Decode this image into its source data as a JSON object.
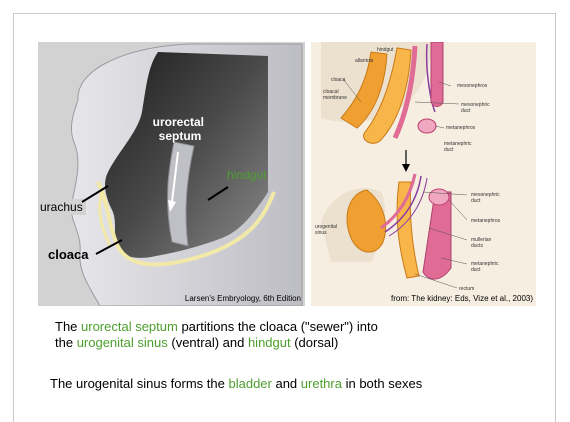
{
  "left_figure": {
    "labels": {
      "urorectal_septum": "urorectal\nseptum",
      "hindgut": "hindgut",
      "urachus": "urachus",
      "cloaca": "cloaca"
    },
    "credit": "Larsen's Embryology, 6th Edition"
  },
  "right_figure": {
    "top_labels": {
      "hindgut": "hindgut",
      "allantois": "allantois",
      "cloaca": "cloaca",
      "cloacal_membrane": "cloacal\nmembrane",
      "mesonephros": "mesonephros",
      "mesonephric_duct": "mesonephric\nduct",
      "metanephros": "metanephros",
      "metanephric_duct": "metanephric\nduct"
    },
    "bottom_labels": {
      "urogenital_sinus": "urogenital\nsinus",
      "mesonephric_duct": "mesonephric\nduct",
      "metanephros": "metanephros",
      "mullerian_ducts": "mullerian\nducts",
      "metanephric_duct": "metanephric\nduct",
      "rectum": "rectum"
    },
    "credit": "from: The kidney: Eds, Vize et al., 2003)"
  },
  "captions": {
    "line1": {
      "p1": "The ",
      "g1": "urorectal septum",
      "p2": " partitions the cloaca (\"sewer\") into"
    },
    "line2": {
      "p1": "the ",
      "g1": "urogenital sinus",
      "p2": " (ventral) and ",
      "g2": "hindgut",
      "p3": " (dorsal)"
    },
    "line3": {
      "p1": "The urogenital sinus forms the ",
      "g1": "bladder",
      "p2": " and ",
      "g2": "urethra",
      "p3": " in both sexes"
    }
  },
  "colors": {
    "highlight_green": "#4c9f2e",
    "left_bg": "#cfcfcf",
    "right_bg": "#f3ead9",
    "orange_structure": "#f0a030",
    "pink_structure": "#e06b95"
  }
}
